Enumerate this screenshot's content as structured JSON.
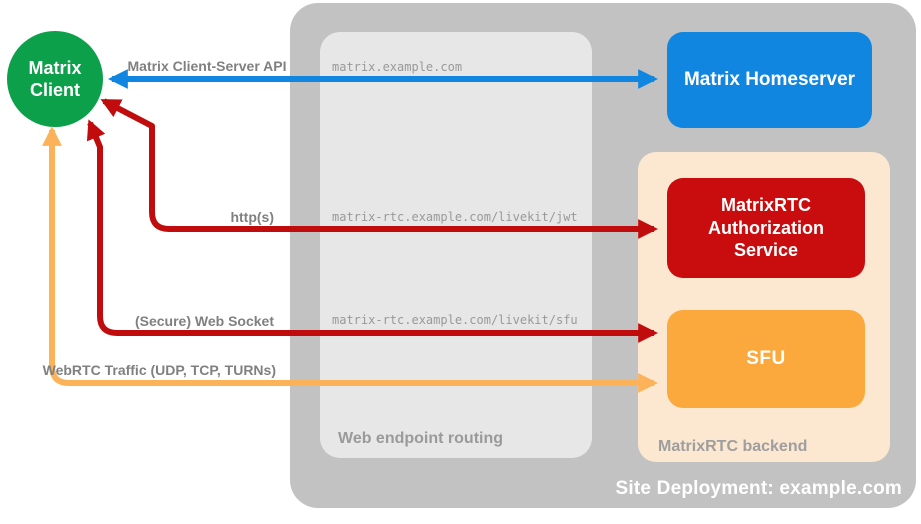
{
  "diagram": {
    "client": {
      "label": "Matrix Client"
    },
    "homeserver": {
      "label": "Matrix Homeserver"
    },
    "auth_service": {
      "label": "MatrixRTC Authorization Service"
    },
    "sfu": {
      "label": "SFU"
    },
    "routing": {
      "label": "Web endpoint routing",
      "endpoints": [
        "matrix.example.com",
        "matrix-rtc.example.com/livekit/jwt",
        "matrix-rtc.example.com/livekit/sfu"
      ]
    },
    "backend": {
      "label": "MatrixRTC backend"
    },
    "site": {
      "label": "Site Deployment: example.com"
    },
    "arrows": [
      {
        "name": "matrix-client-server-api",
        "label": "Matrix Client-Server API",
        "color": "#1186e0",
        "bidirectional": true
      },
      {
        "name": "https",
        "label": "http(s)",
        "color": "#c00c0c",
        "bidirectional": true
      },
      {
        "name": "secure-web-socket",
        "label": "(Secure) Web Socket",
        "color": "#c00c0c",
        "bidirectional": true
      },
      {
        "name": "webrtc-traffic",
        "label": "WebRTC Traffic (UDP, TCP, TURNs)",
        "color": "#fbb259",
        "bidirectional": true
      }
    ],
    "colors": {
      "client_green": "#0ca04a",
      "homeserver_blue": "#1186e0",
      "auth_red": "#c90c0e",
      "sfu_orange": "#fba93c",
      "backend_peach": "#fce7d0",
      "site_gray": "#c2c2c2",
      "routing_gray": "#e7e7e7",
      "label_gray": "#808080",
      "endpoint_gray": "#999999",
      "text_white": "#ffffff"
    }
  }
}
